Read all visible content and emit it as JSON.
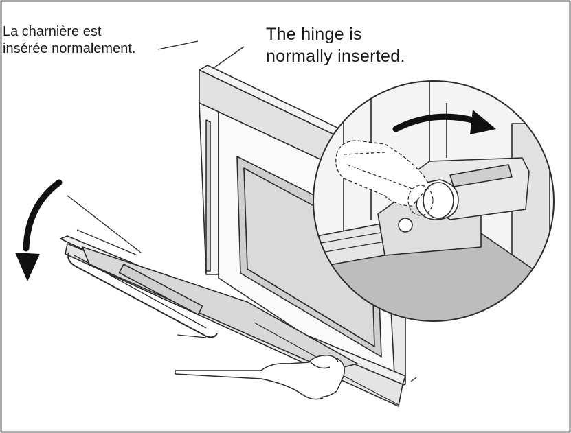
{
  "captions": {
    "french": [
      "La charnière est",
      "insérée normalement."
    ],
    "english": [
      "The hinge is",
      "normally inserted."
    ]
  },
  "icons": {
    "door_arrow": "curved-arrow-down-icon",
    "hinge_arrow": "curved-arrow-right-icon"
  },
  "colors": {
    "line": "#2b2b2b",
    "fill_light": "#ededed",
    "fill_mid": "#d9d9d9",
    "fill_dark": "#bdbdbd",
    "frame": "#5a5a5a"
  }
}
